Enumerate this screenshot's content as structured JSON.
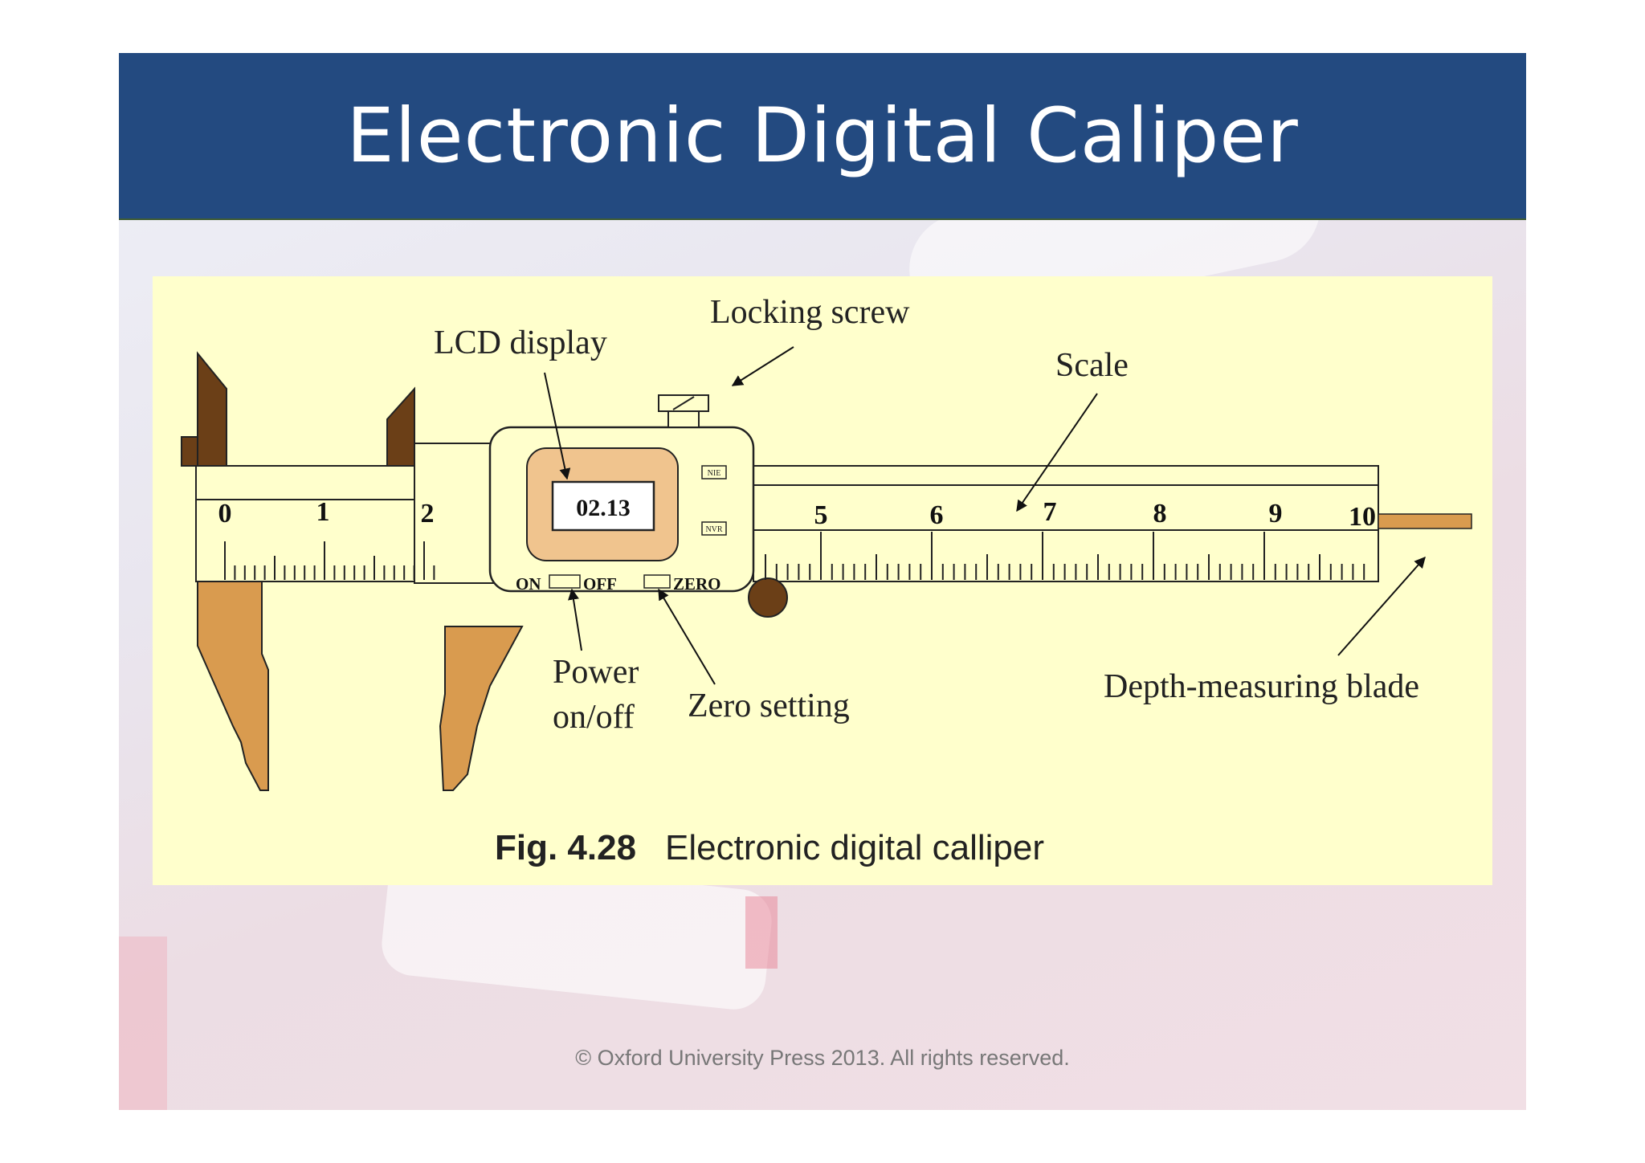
{
  "title": "Electronic Digital Caliper",
  "labels": {
    "lcd_display": "LCD display",
    "locking_screw": "Locking screw",
    "scale": "Scale",
    "power_line1": "Power",
    "power_line2": "on/off",
    "zero_setting": "Zero setting",
    "depth_blade": "Depth-measuring blade"
  },
  "display": {
    "reading": "02.13",
    "btn_nie": "NIE",
    "btn_nvr": "NVR",
    "on": "ON",
    "off": "OFF",
    "zero": "ZERO"
  },
  "scale_numbers": [
    "0",
    "1",
    "2",
    "5",
    "6",
    "7",
    "8",
    "9",
    "10"
  ],
  "caption": {
    "number": "Fig. 4.28",
    "text": "Electronic digital calliper"
  },
  "footer": "© Oxford University Press 2013. All rights reserved.",
  "colors": {
    "title_bar": "#234a80",
    "figure_background": "#ffffcc",
    "jaw_dark": "#6b3f17",
    "jaw_light": "#d99b4f",
    "display_frame": "#f0c48e",
    "footer_text": "#777777"
  }
}
